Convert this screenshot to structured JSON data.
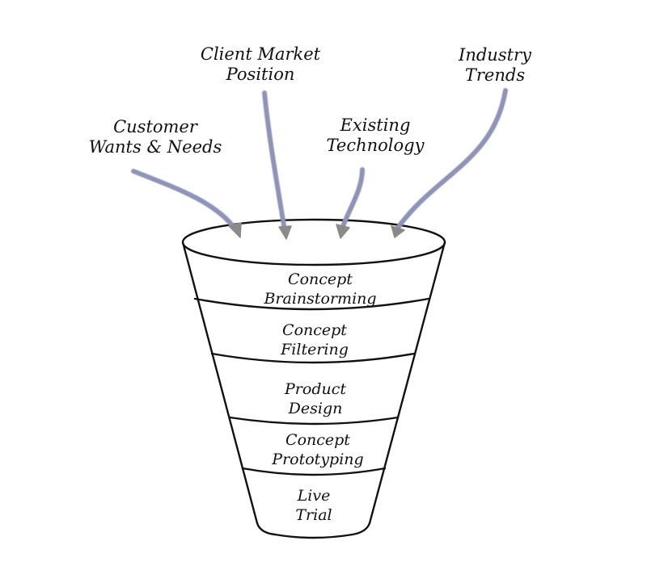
{
  "diagram": {
    "title": "Product Development Funnel",
    "colors": {
      "arrow": "#8e93b8",
      "arrowhead": "#8a8a8a",
      "outline": "#111111",
      "text": "#111111",
      "background": "#ffffff"
    },
    "inputs": [
      {
        "id": "customer",
        "line1": "Customer",
        "line2": "Wants & Needs",
        "icon": "arrow-icon"
      },
      {
        "id": "client",
        "line1": "Client Market",
        "line2": "Position",
        "icon": "arrow-icon"
      },
      {
        "id": "technology",
        "line1": "Existing",
        "line2": "Technology",
        "icon": "arrow-icon"
      },
      {
        "id": "industry",
        "line1": "Industry",
        "line2": "Trends",
        "icon": "arrow-icon"
      }
    ],
    "stages": [
      {
        "line1": "Concept",
        "line2": "Brainstorming"
      },
      {
        "line1": "Concept",
        "line2": "Filtering"
      },
      {
        "line1": "Product",
        "line2": "Design"
      },
      {
        "line1": "Concept",
        "line2": "Prototyping"
      },
      {
        "line1": "Live",
        "line2": "Trial"
      }
    ]
  }
}
